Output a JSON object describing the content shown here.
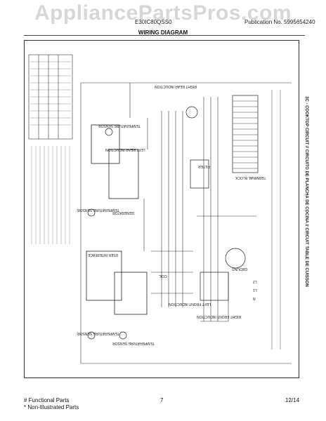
{
  "header": {
    "watermark": "AppliancePartsPros.com",
    "model": "E30IC80QSS0",
    "publication": "Publication No.  5995654240",
    "title": "WIRING DIAGRAM"
  },
  "diagram": {
    "circuit_title": "3C - COOKTOP CIRCUIT // CIRCUITO DE PLANCHA DE COCINA // CIRCUIT TABLE DE CUISSON",
    "labels": {
      "temp_sensor_1": "TEMPERATURE SENSOR",
      "temp_sensor_2": "TEMPERATURE SENSOR",
      "temp_sensor_3": "TEMPERATURE SENSOR",
      "temp_sensor_4": "TEMPERATURE SENSOR",
      "terminal_block": "TERMINAL BLOCK",
      "filter": "FILTER",
      "ground": "GROUND",
      "left_front_induction": "LEFT FRONT INDUCTION",
      "right_front_induction": "RIGHT FRONT INDUCTION",
      "left_rear_induction": "LEFT REAR INDUCTION",
      "right_rear_induction": "RIGHT REAR INDUCTION",
      "generator": "GENERATOR",
      "user_interface": "USER INTERFACE",
      "coil": "COIL",
      "l1": "L1",
      "l2": "L2",
      "n": "N"
    }
  },
  "footer": {
    "functional": "# Functional Parts",
    "non_illustrated": "* Non-Illustrated Parts",
    "page": "7",
    "date": "12/14"
  }
}
